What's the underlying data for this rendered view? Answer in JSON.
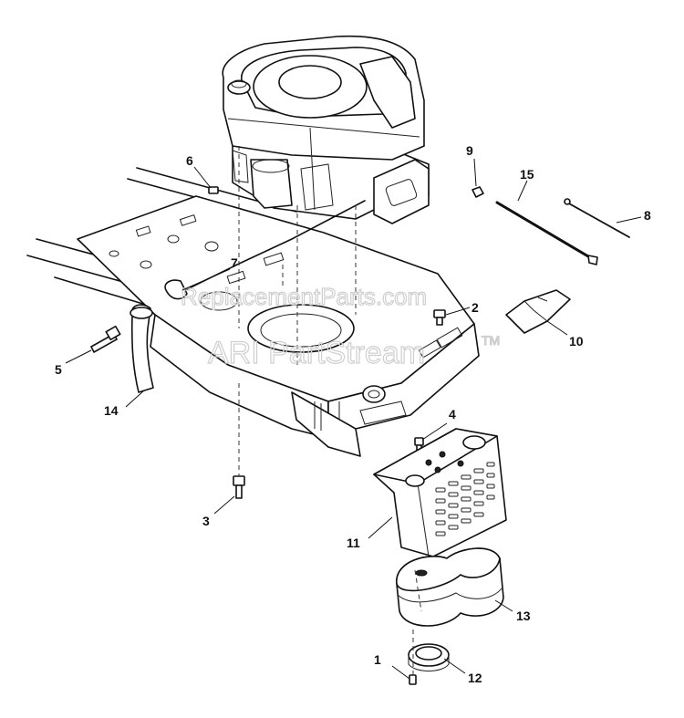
{
  "watermark": {
    "line1": "ReplacementParts.com",
    "line2": "ARI PartStream",
    "tm": "TM"
  },
  "callouts": [
    {
      "id": "c1",
      "label": "1"
    },
    {
      "id": "c2",
      "label": "2"
    },
    {
      "id": "c3",
      "label": "3"
    },
    {
      "id": "c4",
      "label": "4"
    },
    {
      "id": "c5",
      "label": "5"
    },
    {
      "id": "c6",
      "label": "6"
    },
    {
      "id": "c7",
      "label": "7"
    },
    {
      "id": "c8",
      "label": "8"
    },
    {
      "id": "c9",
      "label": "9"
    },
    {
      "id": "c10",
      "label": "10"
    },
    {
      "id": "c11",
      "label": "11"
    },
    {
      "id": "c12",
      "label": "12"
    },
    {
      "id": "c13",
      "label": "13"
    },
    {
      "id": "c14",
      "label": "14"
    },
    {
      "id": "c15",
      "label": "15"
    }
  ]
}
